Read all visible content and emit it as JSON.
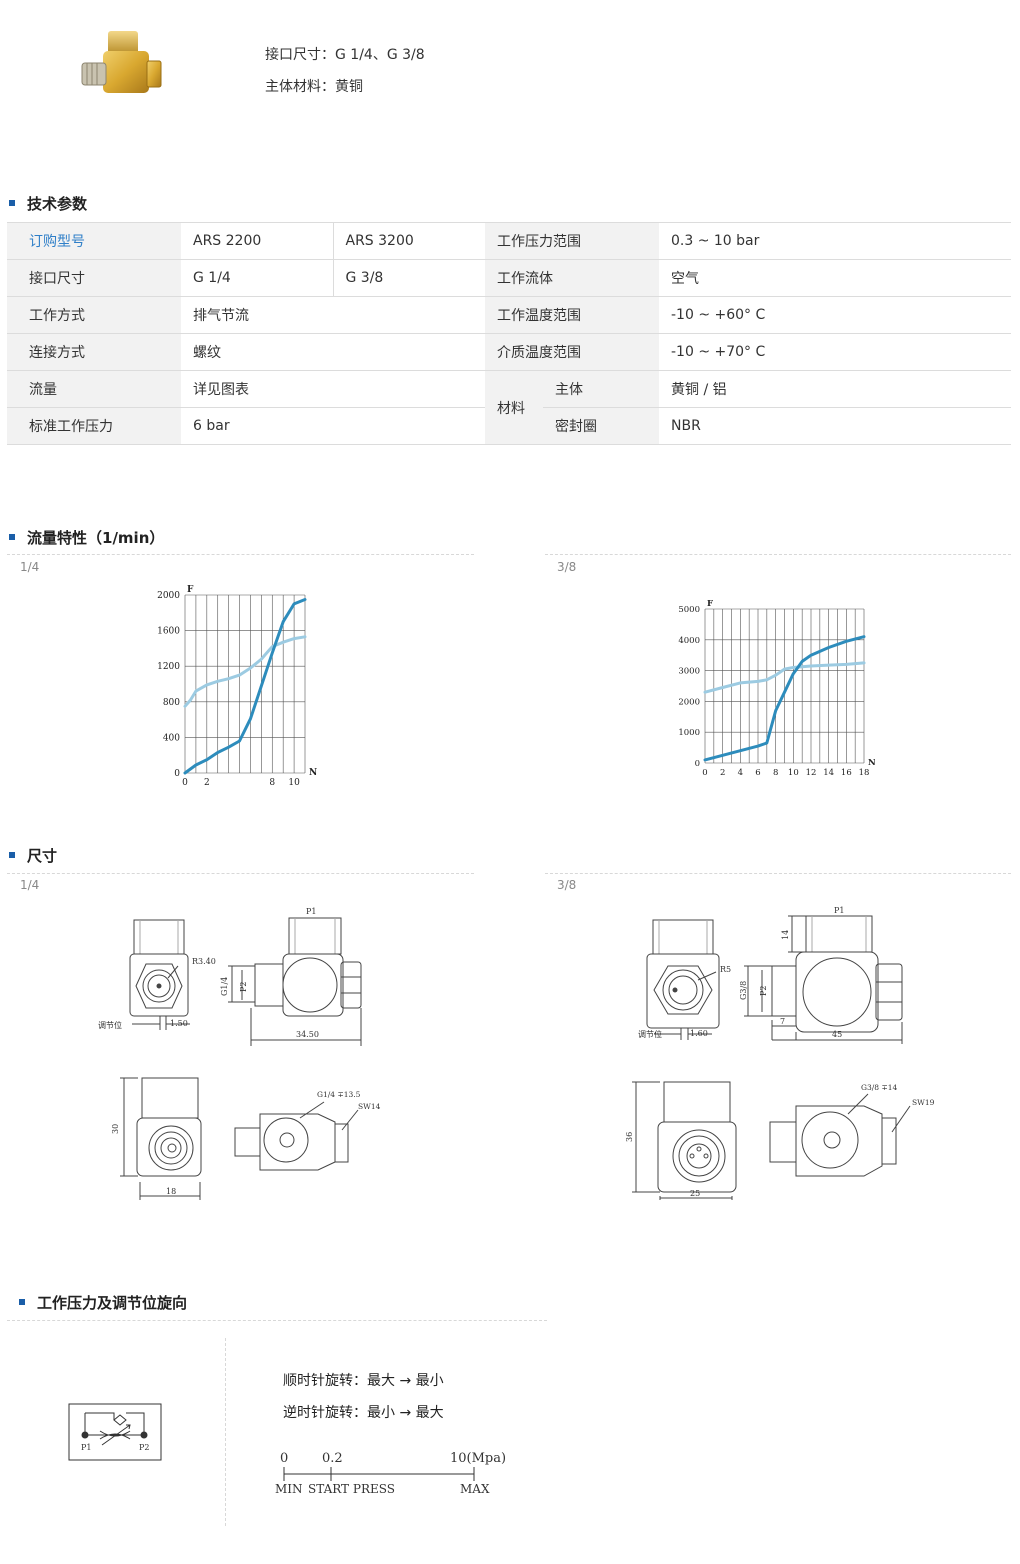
{
  "product": {
    "interface_label": "接口尺寸：",
    "interface_value": "G 1/4、G 3/8",
    "material_label": "主体材料：",
    "material_value": "黄铜"
  },
  "sections": {
    "tech": "技术参数",
    "flow": "流量特性（1/min）",
    "dims": "尺寸",
    "pressure": "工作压力及调节位旋向"
  },
  "params": {
    "order_model": "订购型号",
    "model_a": "ARS 2200",
    "model_b": "ARS 3200",
    "port_size": "接口尺寸",
    "port_a": "G 1/4",
    "port_b": "G 3/8",
    "work_mode": "工作方式",
    "work_mode_val": "排气节流",
    "connection": "连接方式",
    "connection_val": "螺纹",
    "flow": "流量",
    "flow_val": "详见图表",
    "std_pressure": "标准工作压力",
    "std_pressure_val": "6 bar",
    "pressure_range": "工作压力范围",
    "pressure_range_val": "0.3 ~ 10 bar",
    "fluid": "工作流体",
    "fluid_val": "空气",
    "temp_range": "工作温度范围",
    "temp_range_val": "-10 ~ +60° C",
    "medium_temp": "介质温度范围",
    "medium_temp_val": "-10 ~ +70° C",
    "material": "材料",
    "body": "主体",
    "body_val": "黄铜 / 铝",
    "seal": "密封圈",
    "seal_val": "NBR"
  },
  "chart_labels": {
    "left_sub": "1/4",
    "right_sub": "3/8",
    "y_letter": "F",
    "x_letter": "N"
  },
  "chart_data": [
    {
      "type": "line",
      "xlabel": "N",
      "ylabel": "F",
      "xlim": [
        0,
        11
      ],
      "ylim": [
        0,
        2000
      ],
      "x_ticks": [
        0,
        2,
        8,
        10
      ],
      "y_ticks": [
        0,
        400,
        800,
        1200,
        1600,
        2000
      ],
      "grid": true,
      "series": [
        {
          "color": "#9ccbe2",
          "x": [
            0,
            0.5,
            1,
            2,
            3,
            4,
            5,
            6,
            7,
            7.5,
            8,
            9,
            10,
            11
          ],
          "y": [
            750,
            820,
            920,
            990,
            1030,
            1060,
            1100,
            1180,
            1280,
            1350,
            1420,
            1470,
            1510,
            1530
          ]
        },
        {
          "color": "#2d8cbc",
          "x": [
            0,
            1,
            2,
            3,
            4,
            5,
            6,
            7,
            8,
            9,
            10,
            11
          ],
          "y": [
            0,
            90,
            150,
            230,
            290,
            360,
            610,
            980,
            1350,
            1700,
            1900,
            1950
          ]
        }
      ]
    },
    {
      "type": "line",
      "xlabel": "N",
      "ylabel": "F",
      "xlim": [
        0,
        18
      ],
      "ylim": [
        0,
        5000
      ],
      "x_ticks": [
        0,
        2,
        4,
        6,
        8,
        10,
        12,
        14,
        16,
        18
      ],
      "y_ticks": [
        0,
        1000,
        2000,
        3000,
        4000,
        5000
      ],
      "grid": true,
      "series": [
        {
          "color": "#9ccbe2",
          "x": [
            0,
            2,
            4,
            6,
            7,
            8,
            9,
            10,
            12,
            14,
            16,
            18
          ],
          "y": [
            2300,
            2450,
            2600,
            2650,
            2700,
            2850,
            3050,
            3100,
            3150,
            3180,
            3200,
            3250
          ]
        },
        {
          "color": "#2d8cbc",
          "x": [
            0,
            2,
            4,
            6,
            7,
            8,
            9,
            10,
            11,
            12,
            14,
            16,
            18
          ],
          "y": [
            100,
            250,
            400,
            550,
            650,
            1700,
            2300,
            2900,
            3300,
            3500,
            3750,
            3950,
            4100
          ]
        }
      ]
    }
  ],
  "dims": {
    "sub_left": "1/4",
    "sub_right": "3/8",
    "l_p1": "P1",
    "l_p2": "P2",
    "l_r": "R3.40",
    "l_adj": "调节位",
    "l_150": "1.50",
    "l_g": "G1/4",
    "l_3450": "34.50",
    "l_30": "30",
    "l_18": "18",
    "l_thread": "G1/4 ∓13.5",
    "l_sw": "SW14",
    "r_p1": "P1",
    "r_p2": "P2",
    "r_r": "R5",
    "r_adj": "调节位",
    "r_160": "1.60",
    "r_g": "G3/8",
    "r_14": "14",
    "r_7": "7",
    "r_45": "45",
    "r_36": "36",
    "r_25": "25",
    "r_thread": "G3/8 ∓14",
    "r_sw": "SW19"
  },
  "rotation": {
    "cw": "顺时针旋转：最大 → 最小",
    "ccw": "逆时针旋转：最小 → 最大",
    "scale_0": "0",
    "scale_02": "0.2",
    "scale_10": "10(Mpa)",
    "lbl_min": "MIN",
    "lbl_start": "START PRESS",
    "lbl_max": "MAX",
    "sym_p1": "P1",
    "sym_p2": "P2"
  }
}
